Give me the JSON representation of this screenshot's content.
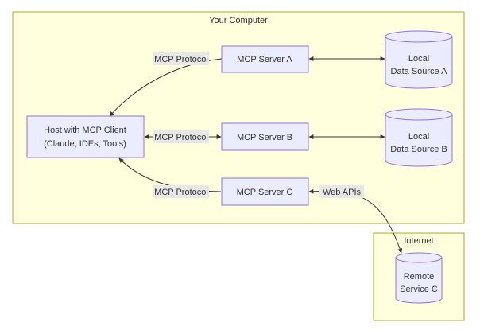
{
  "groups": {
    "computer": "Your Computer",
    "internet": "Internet"
  },
  "nodes": {
    "host_line1": "Host with MCP Client",
    "host_line2": "(Claude, IDEs, Tools)",
    "server_a": "MCP Server A",
    "server_b": "MCP Server B",
    "server_c": "MCP Server C",
    "source_a_line1": "Local",
    "source_a_line2": "Data Source A",
    "source_b_line1": "Local",
    "source_b_line2": "Data Source B",
    "remote_line1": "Remote",
    "remote_line2": "Service C"
  },
  "edges": {
    "protocol_a": "MCP Protocol",
    "protocol_b": "MCP Protocol",
    "protocol_c": "MCP Protocol",
    "web_apis": "Web APIs"
  },
  "colors": {
    "node_fill": "#ececff",
    "node_stroke": "#9370db",
    "cluster_fill": "#ffffde",
    "cluster_stroke": "#aaaa33",
    "edge": "#333333",
    "edge_label_bg": "#e8e8e8"
  }
}
